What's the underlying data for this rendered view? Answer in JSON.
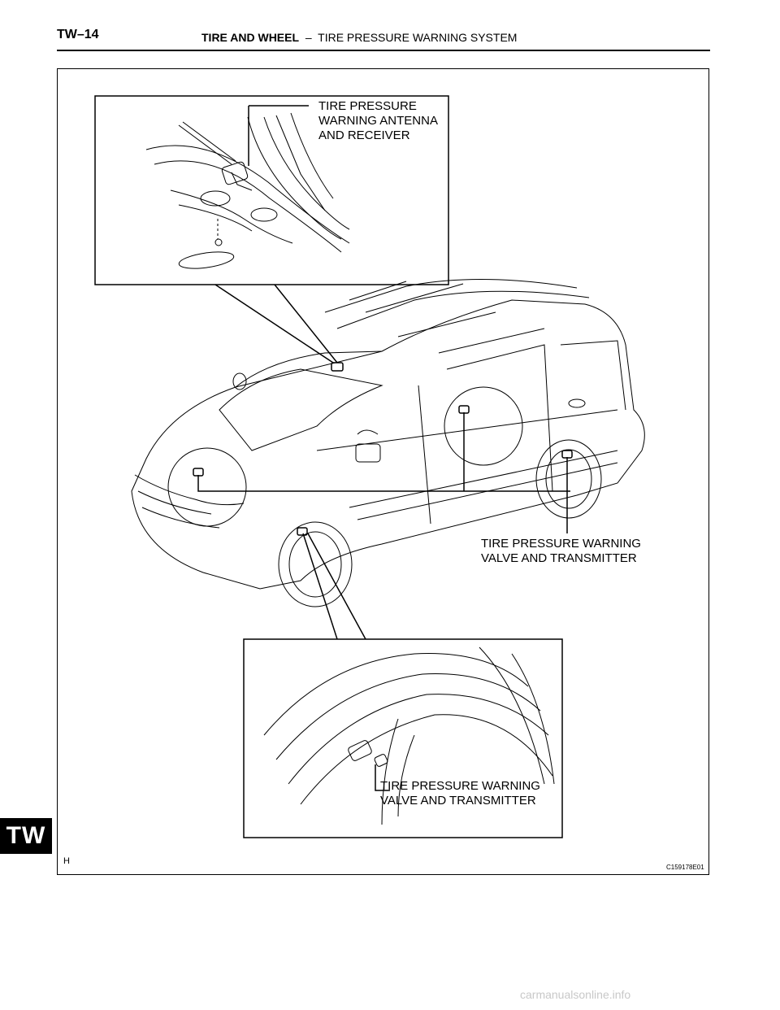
{
  "header": {
    "page_number": "TW–14",
    "title_main": "TIRE AND WHEEL",
    "title_separator": "–",
    "title_sub": "TIRE PRESSURE WARNING SYSTEM"
  },
  "section_tab": "TW",
  "figure": {
    "labels": {
      "antenna_receiver": "TIRE PRESSURE\nWARNING ANTENNA\nAND RECEIVER",
      "valve_transmitter_main": "TIRE PRESSURE WARNING\nVALVE AND TRANSMITTER",
      "valve_transmitter_detail": "TIRE PRESSURE WARNING\nVALVE AND TRANSMITTER"
    },
    "figure_letter": "H",
    "figure_code": "C159178E01"
  },
  "watermark": "carmanualsonline.info"
}
